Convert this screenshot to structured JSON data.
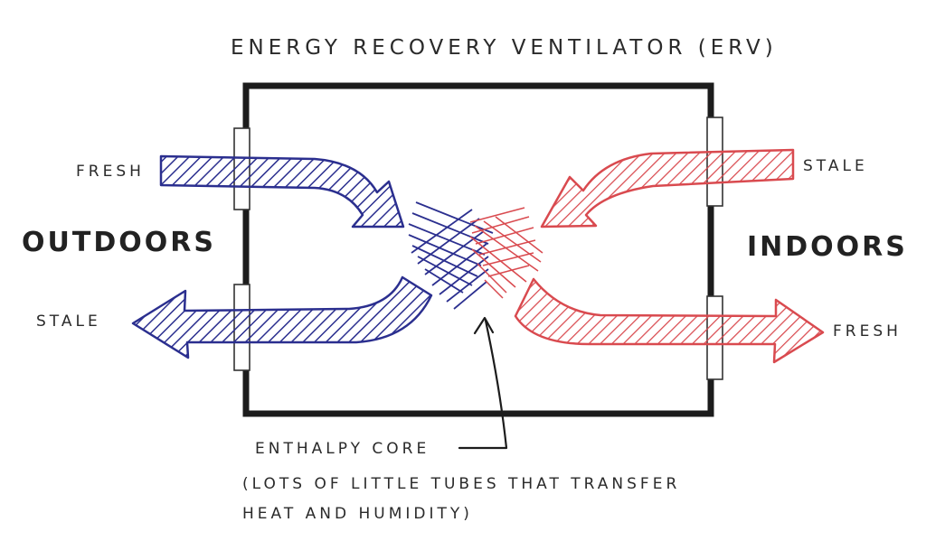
{
  "title": "ENERGY RECOVERY VENTILATOR (ERV)",
  "sides": {
    "outdoors": "OUTDOORS",
    "indoors": "INDOORS"
  },
  "flows": {
    "outdoor_in": "FRESH",
    "outdoor_out": "STALE",
    "indoor_in": "STALE",
    "indoor_out": "FRESH"
  },
  "core": {
    "label": "ENTHALPY CORE",
    "description": "(LOTS OF LITTLE TUBES THAT TRANSFER HEAT AND HUMIDITY)"
  },
  "colors": {
    "fresh_stream": "#2b2f8f",
    "stale_stream": "#d94a4f",
    "housing": "#1c1c1c"
  }
}
